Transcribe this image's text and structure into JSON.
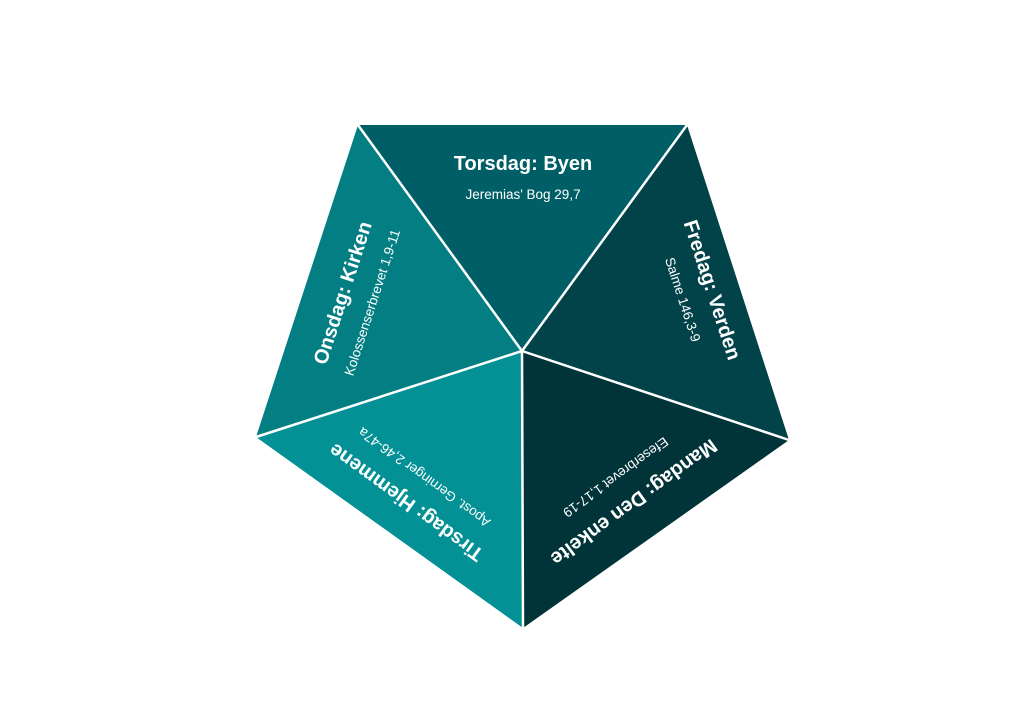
{
  "segments": [
    {
      "id": "torsdag",
      "title": "Torsdag: Byen",
      "reference": "Jeremias' Bog 29,7",
      "color": "#005f66"
    },
    {
      "id": "fredag",
      "title": "Fredag: Verden",
      "reference": "Salme 146,3-9",
      "color": "#024349"
    },
    {
      "id": "mandag",
      "title": "Mandag: Den enkelte",
      "reference": "Efeserbrevet 1,17-19",
      "color": "#003438"
    },
    {
      "id": "tirsdag",
      "title": "Tirsdag: Hjemmene",
      "reference": "Apost. Gerninger 2,46-47a",
      "color": "#039196"
    },
    {
      "id": "onsdag",
      "title": "Onsdag: Kirken",
      "reference": "Kolossenserbrevet 1,9-11",
      "color": "#037f83"
    }
  ],
  "colors": {
    "divider": "#ffffff",
    "text": "#ffffff",
    "background": "#ffffff"
  }
}
